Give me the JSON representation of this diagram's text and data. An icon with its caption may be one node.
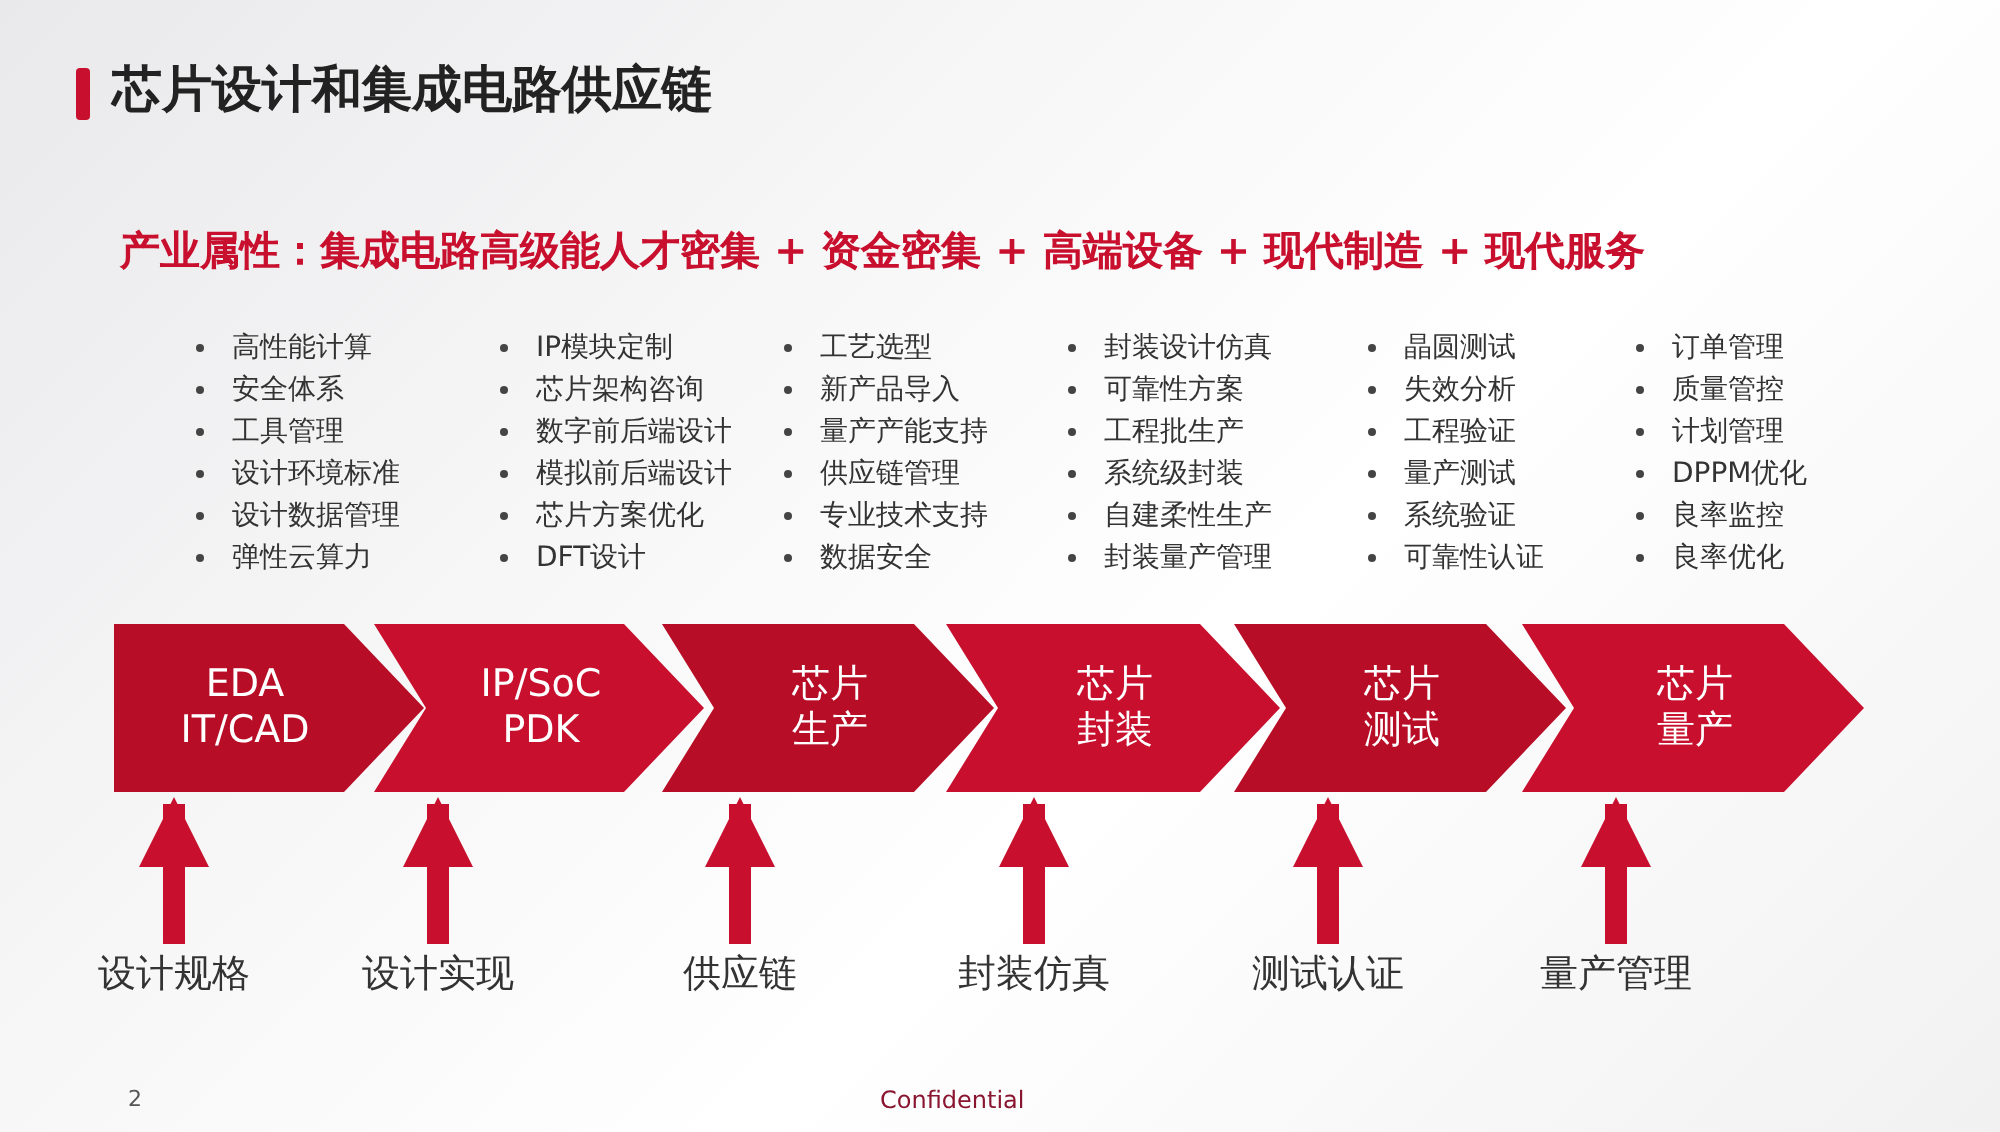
{
  "diagram": {
    "title": "芯片设计和集成电路供应链",
    "nodes": [
      {
        "text": [
          "EDA IT/CAD"
        ],
        "beside": [
          "高性能计算",
          "安全体系",
          "工具管理",
          "设计环境标准",
          "设计数据管理",
          "弹性云算力"
        ]
      },
      {
        "text": [
          "IP/SoC PDK"
        ],
        "beside": [
          "IP模块定制",
          "芯片架构咨询",
          "数字前后端设计",
          "模拟前后端设计",
          "芯片方案优化",
          "DFT设计"
        ]
      },
      {
        "text": [
          "芯片生产"
        ],
        "beside": [
          "工艺选型",
          "新产品导入",
          "量产产能支持",
          "供应链管理",
          "专业技术支持",
          "数据安全"
        ]
      },
      {
        "text": [
          "芯片封装"
        ],
        "beside": [
          "封装设计仿真",
          "可靠性方案",
          "工程批生产",
          "系统级封装",
          "自建柔性生产",
          "封装量产管理"
        ]
      },
      {
        "text": [
          "芯片测试"
        ],
        "beside": [
          "晶圆测试",
          "失效分析",
          "工程验证",
          "量产测试",
          "系统验证",
          "可靠性认证"
        ]
      },
      {
        "text": [
          "芯片量产"
        ],
        "beside": [
          "订单管理",
          "质量管控",
          "计划管理",
          "DPPM优化",
          "良率监控",
          "良率优化"
        ]
      },
      {
        "text": [
          "设计规格"
        ]
      },
      {
        "text": [
          "设计实现"
        ]
      },
      {
        "text": [
          "供应链"
        ]
      },
      {
        "text": [
          "封装仿真"
        ]
      },
      {
        "text": [
          "测试认证"
        ]
      },
      {
        "text": [
          "量产管理"
        ]
      }
    ],
    "edges": [
      {
        "from": 6,
        "to": 0,
        "arrow": "to"
      },
      {
        "from": 7,
        "to": 1,
        "arrow": "to"
      },
      {
        "from": 8,
        "to": 2,
        "arrow": "to"
      },
      {
        "from": 9,
        "to": 3,
        "arrow": "to"
      },
      {
        "from": 10,
        "to": 4,
        "arrow": "to"
      },
      {
        "from": 11,
        "to": 5,
        "arrow": "to"
      }
    ],
    "labels": [
      "产业属性：集成电路高级能人才密集 + 资金密集 + 高端设备 + 现代制造 + 现代服务",
      "2",
      "Confidential"
    ]
  }
}
